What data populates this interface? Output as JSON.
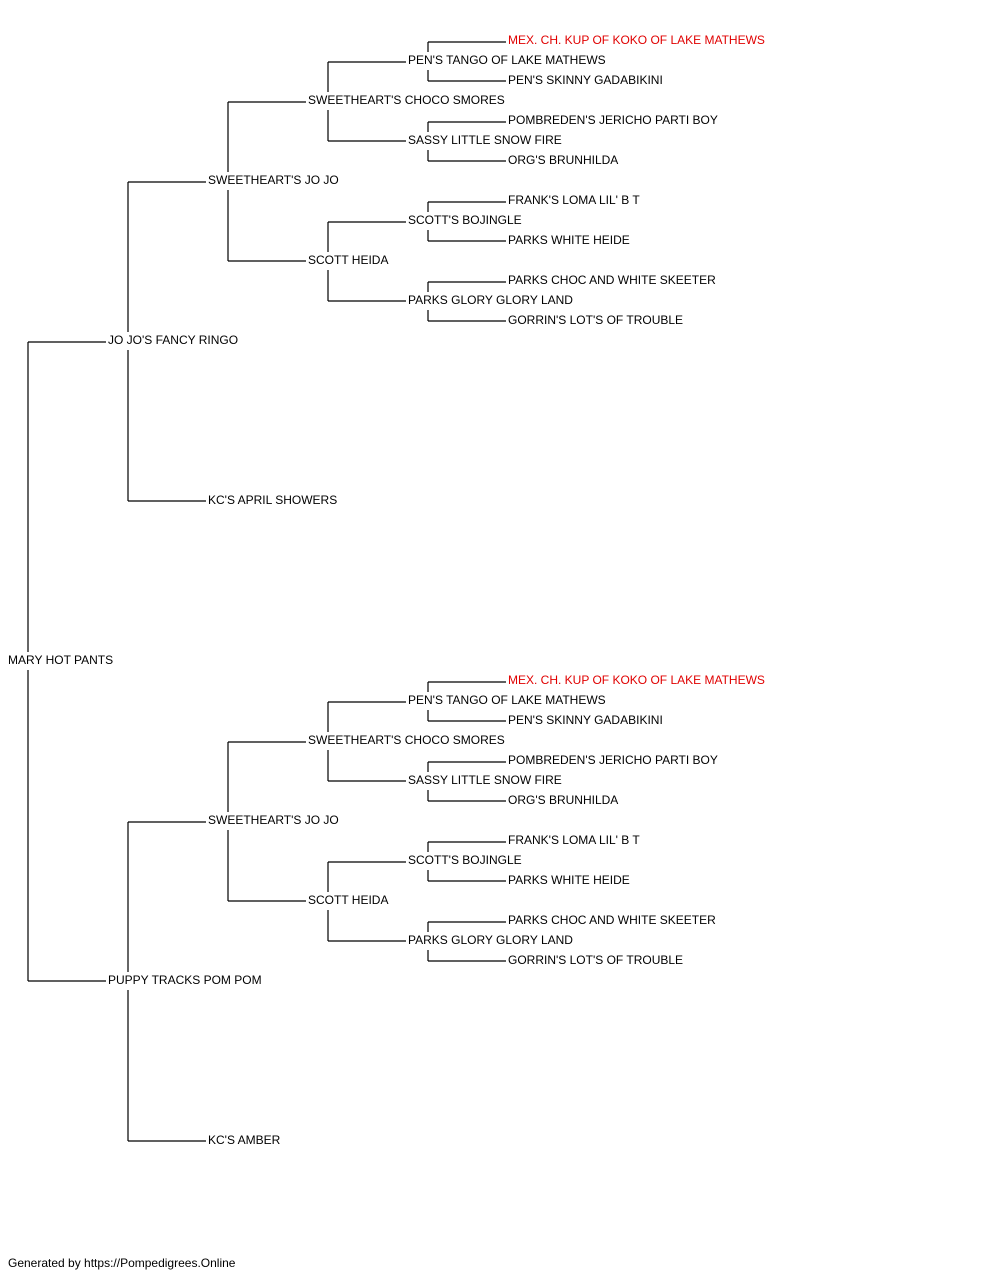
{
  "colors": {
    "line": "#000000",
    "text": "#000000",
    "highlight": "#e00000"
  },
  "pedigree": {
    "name": "MARY HOT PANTS",
    "sire": {
      "name": "JO JO'S FANCY RINGO",
      "sire": {
        "name": "SWEETHEART'S JO JO",
        "sire": {
          "name": "SWEETHEART'S CHOCO SMORES",
          "sire": {
            "name": "PEN'S TANGO OF LAKE MATHEWS",
            "sire": {
              "name": "MEX. CH. KUP OF KOKO OF LAKE MATHEWS",
              "highlight": true
            },
            "dam": {
              "name": "PEN'S SKINNY GADABIKINI"
            }
          },
          "dam": {
            "name": "SASSY LITTLE SNOW FIRE",
            "sire": {
              "name": "POMBREDEN'S JERICHO PARTI BOY"
            },
            "dam": {
              "name": "ORG'S BRUNHILDA"
            }
          }
        },
        "dam": {
          "name": "SCOTT HEIDA",
          "sire": {
            "name": "SCOTT'S BOJINGLE",
            "sire": {
              "name": "FRANK'S LOMA LIL' B T"
            },
            "dam": {
              "name": "PARKS WHITE HEIDE"
            }
          },
          "dam": {
            "name": "PARKS GLORY GLORY LAND",
            "sire": {
              "name": "PARKS CHOC AND WHITE SKEETER"
            },
            "dam": {
              "name": "GORRIN'S LOT'S OF TROUBLE"
            }
          }
        }
      },
      "dam": {
        "name": "KC'S APRIL SHOWERS"
      }
    },
    "dam": {
      "name": "PUPPY TRACKS POM POM",
      "sire": {
        "name": "SWEETHEART'S JO JO",
        "sire": {
          "name": "SWEETHEART'S CHOCO SMORES",
          "sire": {
            "name": "PEN'S TANGO OF LAKE MATHEWS",
            "sire": {
              "name": "MEX. CH. KUP OF KOKO OF LAKE MATHEWS",
              "highlight": true
            },
            "dam": {
              "name": "PEN'S SKINNY GADABIKINI"
            }
          },
          "dam": {
            "name": "SASSY LITTLE SNOW FIRE",
            "sire": {
              "name": "POMBREDEN'S JERICHO PARTI BOY"
            },
            "dam": {
              "name": "ORG'S BRUNHILDA"
            }
          }
        },
        "dam": {
          "name": "SCOTT HEIDA",
          "sire": {
            "name": "SCOTT'S BOJINGLE",
            "sire": {
              "name": "FRANK'S LOMA LIL' B T"
            },
            "dam": {
              "name": "PARKS WHITE HEIDE"
            }
          },
          "dam": {
            "name": "PARKS GLORY GLORY LAND",
            "sire": {
              "name": "PARKS CHOC AND WHITE SKEETER"
            },
            "dam": {
              "name": "GORRIN'S LOT'S OF TROUBLE"
            }
          }
        }
      },
      "dam": {
        "name": "KC'S AMBER"
      }
    }
  },
  "footer": "Generated by https://Pompedigrees.Online"
}
